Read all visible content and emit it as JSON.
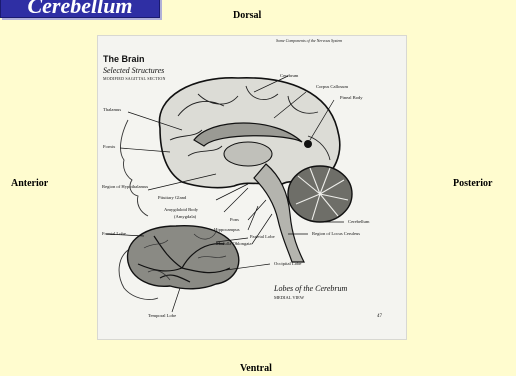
{
  "slide": {
    "title": "Cerebellum",
    "orientation": {
      "dorsal": "Dorsal",
      "anterior": "Anterior",
      "posterior": "Posterior",
      "ventral": "Ventral"
    }
  },
  "figure": {
    "supertitle": "Some Components of the Nervous System",
    "title": "The Brain",
    "subtitle": "Selected Structures",
    "section": "MODIFIED SAGITTAL SECTION",
    "labels": {
      "cerebrum": "Cerebrum",
      "corpus_callosum": "Corpus Callosum",
      "pineal_body": "Pineal Body",
      "thalamus": "Thalamus",
      "fornix": "Fornix",
      "hypothalamus": "Region of Hypothalamus",
      "pituitary": "Pituitary Gland",
      "amygdaloid": "Amygdaloid Body",
      "amygdala": "(Amygdala)",
      "pons": "Pons",
      "hippocampus": "Hippocampus",
      "medulla": "Medulla Oblongata",
      "cerebellum": "Cerebellum",
      "locus": "Region of Locus Ceruleus",
      "frontal": "Frontal Lobe",
      "parietal": "Parietal Lobe",
      "occipital": "Occipital Lobe",
      "temporal": "Temporal Lobe"
    },
    "lobes_title": "Lobes of the Cerebrum",
    "lobes_view": "MEDIAL VIEW",
    "page_number": "47"
  }
}
